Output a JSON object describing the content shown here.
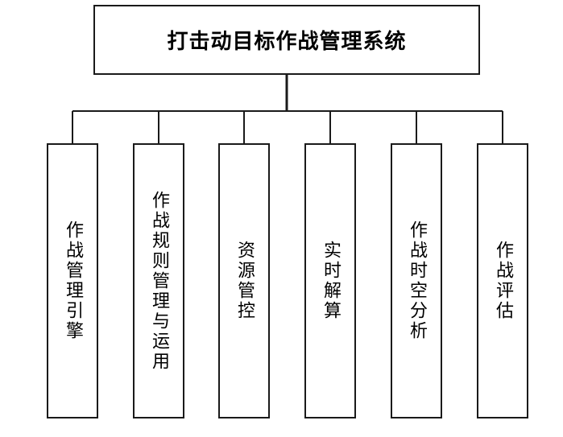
{
  "diagram": {
    "root": {
      "title": "打击动目标作战管理系统"
    },
    "children": [
      {
        "label": "作战管理引擎"
      },
      {
        "label": "作战规则管理与运用"
      },
      {
        "label": "资源管控"
      },
      {
        "label": "实时解算"
      },
      {
        "label": "作战时空分析"
      },
      {
        "label": "作战评估"
      }
    ],
    "colors": {
      "line": "#1a1a1a",
      "box_border": "#1a1a1a",
      "background": "#ffffff"
    }
  }
}
